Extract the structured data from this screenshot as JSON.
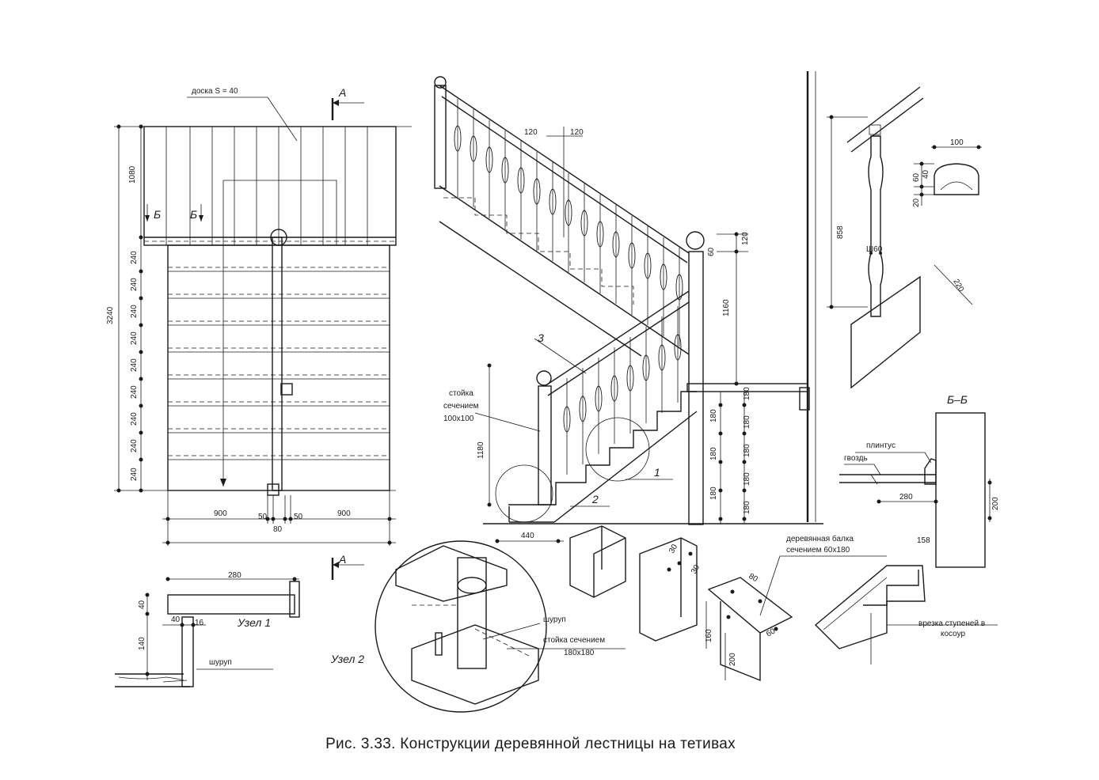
{
  "caption": "Рис. 3.33. Конструкции деревянной лестницы на тетивах",
  "plan": {
    "board_label": "доска S = 40",
    "section_a": "А",
    "section_b": "Б",
    "dims": {
      "top_1080": "1080",
      "total_3240": "3240",
      "tread_240": "240",
      "w_900": "900",
      "w_50": "50",
      "w_80": "80"
    }
  },
  "elevation": {
    "dim_120": "120",
    "dim_60": "60",
    "dim_1160": "1160",
    "dim_1180": "1180",
    "dim_180": "180",
    "dim_440": "440",
    "post_label_1": "стойка",
    "post_label_2": "сечением",
    "post_label_3": "100x100",
    "mark_1": "1",
    "mark_2": "2",
    "mark_3": "3",
    "beam_label_1": "деревянная балка",
    "beam_label_2": "сечением 60x180"
  },
  "baluster": {
    "dim_858": "858",
    "dim_220": "220",
    "dim_sh60": "Ш60",
    "rail_100": "100",
    "rail_40": "40",
    "rail_60": "60",
    "rail_20": "20"
  },
  "section_bb": {
    "title": "Б–Б",
    "plinth": "плинтус",
    "nail": "гвоздь",
    "dim_280": "280",
    "dim_200": "200",
    "dim_158": "158",
    "notch_1": "врезка ступеней в",
    "notch_2": "косоур"
  },
  "node1": {
    "title": "Узел 1",
    "screw": "шуруп",
    "dim_280": "280",
    "dim_40": "40",
    "dim_16": "16",
    "dim_140": "140"
  },
  "node2": {
    "title": "Узел 2",
    "screw": "шуруп",
    "post_1": "стойка сечением",
    "post_2": "180x180"
  },
  "joint": {
    "dim_30": "30",
    "dim_80": "80",
    "dim_60": "60",
    "dim_160": "160",
    "dim_200": "200"
  }
}
